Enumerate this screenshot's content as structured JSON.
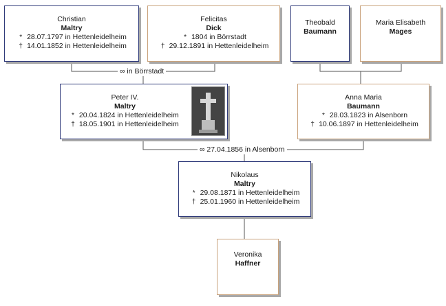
{
  "people": {
    "christian": {
      "given": "Christian",
      "surname": "Maltry",
      "birth": "28.07.1797 in Hettenleidelheim",
      "death": "14.01.1852 in Hettenleidelheim"
    },
    "felicitas": {
      "given": "Felicitas",
      "surname": "Dick",
      "birth": "1804 in Börrstadt",
      "death": "29.12.1891 in Hettenleidelheim"
    },
    "theobald": {
      "given": "Theobald",
      "surname": "Baumann"
    },
    "maria_elisabeth": {
      "given": "Maria Elisabeth",
      "surname": "Mages"
    },
    "peter": {
      "given": "Peter IV.",
      "surname": "Maltry",
      "birth": "20.04.1824 in Hettenleidelheim",
      "death": "18.05.1901 in Hettenleidelheim"
    },
    "anna_maria": {
      "given": "Anna Maria",
      "surname": "Baumann",
      "birth": "28.03.1823 in Alsenborn",
      "death": "10.06.1897 in Hettenleidelheim"
    },
    "nikolaus": {
      "given": "Nikolaus",
      "surname": "Maltry",
      "birth": "29.08.1871 in Hettenleidelheim",
      "death": "25.01.1960 in Hettenleidelheim"
    },
    "veronika": {
      "given": "Veronika",
      "surname": "Haffner"
    }
  },
  "marriages": {
    "christian_felicitas": "in Börrstadt",
    "peter_anna": "27.04.1856 in Alsenborn"
  },
  "symbols": {
    "birth": "*",
    "death": "†",
    "marriage": "∞"
  },
  "colors": {
    "male_border": "#2f3a7a",
    "female_border": "#c9a27c",
    "line": "#555555",
    "shadow": "#a8a8a8"
  }
}
